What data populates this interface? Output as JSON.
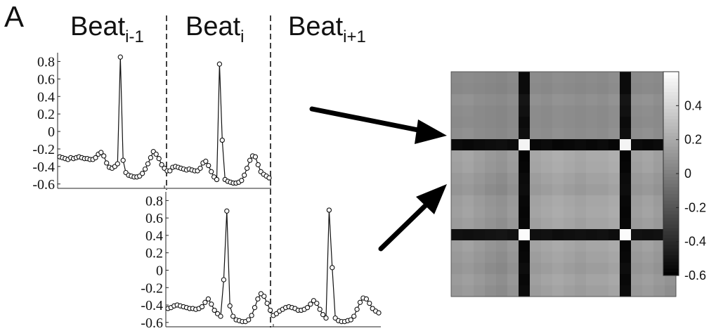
{
  "panel_label": "A",
  "beat_labels": [
    {
      "base": "Beat",
      "sub": "i-1"
    },
    {
      "base": "Beat",
      "sub": "i"
    },
    {
      "base": "Beat",
      "sub": "i+1"
    }
  ],
  "colors": {
    "line": "#111111",
    "marker_fill": "#ffffff",
    "arrow": "#000000"
  },
  "chart_data": [
    {
      "type": "line",
      "title": "",
      "xlabel": "",
      "ylabel": "",
      "ylim": [
        -0.65,
        0.9
      ],
      "yticks": [
        0.8,
        0.6,
        0.4,
        0.2,
        0,
        -0.2,
        -0.4,
        -0.6
      ],
      "ytick_labels": [
        "0.8",
        "0.6",
        "0.4",
        "0.2",
        "0",
        "-0.2",
        "-0.4",
        "-0.6"
      ],
      "marker": "open-circle",
      "series": [
        {
          "values": [
            -0.29,
            -0.3,
            -0.31,
            -0.32,
            -0.3,
            -0.31,
            -0.3,
            -0.29,
            -0.3,
            -0.31,
            -0.31,
            -0.32,
            -0.32,
            -0.3,
            -0.26,
            -0.24,
            -0.28,
            -0.36,
            -0.41,
            -0.42,
            -0.4,
            -0.37,
            0.85,
            -0.33,
            -0.47,
            -0.5,
            -0.51,
            -0.52,
            -0.52,
            -0.51,
            -0.48,
            -0.43,
            -0.37,
            -0.3,
            -0.23,
            -0.26,
            -0.31,
            -0.38,
            -0.42,
            -0.45,
            -0.45,
            -0.41,
            -0.4,
            -0.41,
            -0.42,
            -0.43,
            -0.44,
            -0.43,
            -0.44,
            -0.45,
            -0.45,
            -0.42,
            -0.36,
            -0.34,
            -0.39,
            -0.46,
            -0.52,
            -0.55,
            0.77,
            -0.1,
            -0.55,
            -0.57,
            -0.58,
            -0.59,
            -0.59,
            -0.58,
            -0.56,
            -0.5,
            -0.42,
            -0.33,
            -0.28,
            -0.29,
            -0.38,
            -0.46,
            -0.49,
            -0.51,
            -0.53
          ]
        }
      ]
    },
    {
      "type": "line",
      "title": "",
      "xlabel": "",
      "ylabel": "",
      "ylim": [
        -0.65,
        0.9
      ],
      "yticks": [
        0.8,
        0.6,
        0.4,
        0.2,
        0,
        -0.2,
        -0.4,
        -0.6
      ],
      "ytick_labels": [
        "0.8",
        "0.6",
        "0.4",
        "0.2",
        "0",
        "-0.2",
        "-0.4",
        "-0.6"
      ],
      "marker": "open-circle",
      "series": [
        {
          "values": [
            -0.44,
            -0.43,
            -0.41,
            -0.4,
            -0.41,
            -0.42,
            -0.43,
            -0.44,
            -0.44,
            -0.45,
            -0.44,
            -0.42,
            -0.37,
            -0.33,
            -0.39,
            -0.46,
            -0.5,
            -0.53,
            -0.11,
            0.68,
            -0.41,
            -0.53,
            -0.57,
            -0.58,
            -0.59,
            -0.59,
            -0.57,
            -0.52,
            -0.43,
            -0.33,
            -0.27,
            -0.3,
            -0.38,
            -0.46,
            -0.52,
            -0.5,
            -0.47,
            -0.45,
            -0.43,
            -0.42,
            -0.43,
            -0.44,
            -0.46,
            -0.46,
            -0.45,
            -0.43,
            -0.39,
            -0.35,
            -0.38,
            -0.45,
            -0.51,
            -0.55,
            0.69,
            0.03,
            -0.55,
            -0.58,
            -0.59,
            -0.59,
            -0.58,
            -0.57,
            -0.53,
            -0.45,
            -0.37,
            -0.32,
            -0.33,
            -0.38,
            -0.44,
            -0.47,
            -0.49
          ]
        }
      ]
    },
    {
      "type": "heatmap",
      "title": "",
      "xlabel": "",
      "ylabel": "",
      "grid_size": 20,
      "clim": [
        -0.6,
        0.6
      ],
      "colormap": "gray",
      "colorbar_ticks": [
        0.4,
        0.2,
        0,
        -0.2,
        -0.4,
        -0.6
      ],
      "colorbar_tick_labels": [
        "0.4",
        "0.2",
        "0",
        "-0.2",
        "-0.4",
        "-0.6"
      ],
      "values": [
        [
          0.05,
          0.06,
          0.05,
          0.04,
          0.03,
          0.05,
          -0.55,
          0.06,
          0.05,
          0.07,
          0.06,
          0.05,
          0.06,
          0.05,
          0.07,
          -0.55,
          0.05,
          0.06,
          0.05,
          0.04
        ],
        [
          0.04,
          0.05,
          0.04,
          0.03,
          0.02,
          0.04,
          -0.55,
          0.05,
          0.04,
          0.06,
          0.05,
          0.04,
          0.05,
          0.04,
          0.06,
          -0.55,
          0.04,
          0.05,
          0.04,
          0.03
        ],
        [
          0.08,
          0.09,
          0.07,
          0.06,
          0.05,
          0.07,
          -0.5,
          0.08,
          0.07,
          0.09,
          0.08,
          0.07,
          0.08,
          0.07,
          0.09,
          -0.5,
          0.08,
          0.09,
          0.07,
          0.06
        ],
        [
          0.06,
          0.07,
          0.05,
          0.04,
          0.03,
          0.05,
          -0.52,
          0.06,
          0.05,
          0.07,
          0.06,
          0.05,
          0.06,
          0.05,
          0.07,
          -0.52,
          0.06,
          0.07,
          0.05,
          0.04
        ],
        [
          0.05,
          0.06,
          0.05,
          0.04,
          0.03,
          0.05,
          -0.55,
          0.06,
          0.05,
          0.07,
          0.06,
          0.05,
          0.06,
          0.05,
          0.07,
          -0.55,
          0.05,
          0.06,
          0.05,
          0.04
        ],
        [
          0.07,
          0.08,
          0.06,
          0.05,
          0.04,
          0.06,
          -0.53,
          0.07,
          0.06,
          0.08,
          0.07,
          0.06,
          0.07,
          0.06,
          0.08,
          -0.53,
          0.07,
          0.08,
          0.06,
          0.05
        ],
        [
          -0.55,
          -0.56,
          -0.55,
          -0.54,
          -0.53,
          -0.55,
          0.55,
          -0.56,
          -0.55,
          -0.57,
          -0.56,
          -0.55,
          -0.56,
          -0.55,
          -0.57,
          0.55,
          -0.55,
          -0.56,
          -0.55,
          -0.54
        ],
        [
          0.16,
          0.18,
          0.15,
          0.12,
          0.1,
          0.14,
          -0.58,
          0.18,
          0.2,
          0.22,
          0.2,
          0.18,
          0.2,
          0.2,
          0.22,
          -0.58,
          0.16,
          0.18,
          0.15,
          0.12
        ],
        [
          0.15,
          0.17,
          0.14,
          0.11,
          0.09,
          0.13,
          -0.57,
          0.17,
          0.19,
          0.21,
          0.19,
          0.17,
          0.19,
          0.19,
          0.21,
          -0.57,
          0.15,
          0.17,
          0.14,
          0.11
        ],
        [
          0.12,
          0.14,
          0.11,
          0.08,
          0.06,
          0.1,
          -0.55,
          0.14,
          0.16,
          0.18,
          0.16,
          0.14,
          0.16,
          0.16,
          0.18,
          -0.55,
          0.12,
          0.14,
          0.11,
          0.08
        ],
        [
          0.1,
          0.12,
          0.09,
          0.06,
          0.04,
          0.08,
          -0.54,
          0.12,
          0.14,
          0.16,
          0.14,
          0.12,
          0.14,
          0.14,
          0.16,
          -0.54,
          0.1,
          0.12,
          0.09,
          0.06
        ],
        [
          0.14,
          0.16,
          0.13,
          0.1,
          0.08,
          0.12,
          -0.56,
          0.16,
          0.18,
          0.2,
          0.18,
          0.16,
          0.18,
          0.18,
          0.2,
          -0.56,
          0.14,
          0.16,
          0.13,
          0.1
        ],
        [
          0.15,
          0.17,
          0.14,
          0.11,
          0.09,
          0.13,
          -0.57,
          0.17,
          0.19,
          0.21,
          0.19,
          0.17,
          0.19,
          0.19,
          0.21,
          -0.57,
          0.15,
          0.17,
          0.14,
          0.11
        ],
        [
          0.13,
          0.15,
          0.12,
          0.09,
          0.07,
          0.11,
          -0.56,
          0.15,
          0.17,
          0.19,
          0.17,
          0.15,
          0.17,
          0.17,
          0.19,
          -0.56,
          0.13,
          0.15,
          0.12,
          0.09
        ],
        [
          -0.52,
          -0.53,
          -0.52,
          -0.51,
          -0.5,
          -0.52,
          0.58,
          -0.53,
          -0.52,
          -0.54,
          -0.53,
          -0.52,
          -0.53,
          -0.52,
          -0.54,
          0.58,
          -0.52,
          -0.53,
          -0.52,
          -0.51
        ],
        [
          0.14,
          0.16,
          0.13,
          0.1,
          0.08,
          0.12,
          -0.57,
          0.16,
          0.18,
          0.2,
          0.18,
          0.16,
          0.18,
          0.18,
          0.2,
          -0.57,
          0.14,
          0.16,
          0.13,
          0.1
        ],
        [
          0.12,
          0.14,
          0.11,
          0.08,
          0.06,
          0.1,
          -0.56,
          0.14,
          0.16,
          0.18,
          0.16,
          0.14,
          0.16,
          0.16,
          0.18,
          -0.56,
          0.12,
          0.14,
          0.11,
          0.08
        ],
        [
          0.1,
          0.12,
          0.09,
          0.06,
          0.04,
          0.08,
          -0.54,
          0.12,
          0.14,
          0.16,
          0.14,
          0.12,
          0.14,
          0.14,
          0.16,
          -0.54,
          0.1,
          0.12,
          0.09,
          0.06
        ],
        [
          0.13,
          0.15,
          0.12,
          0.09,
          0.07,
          0.11,
          -0.56,
          0.15,
          0.17,
          0.19,
          0.17,
          0.15,
          0.17,
          0.17,
          0.19,
          -0.56,
          0.13,
          0.15,
          0.12,
          0.09
        ],
        [
          0.11,
          0.13,
          0.1,
          0.07,
          0.05,
          0.09,
          -0.55,
          0.13,
          0.15,
          0.17,
          0.15,
          0.13,
          0.15,
          0.15,
          0.17,
          -0.55,
          0.11,
          0.13,
          0.1,
          0.07
        ]
      ]
    }
  ]
}
